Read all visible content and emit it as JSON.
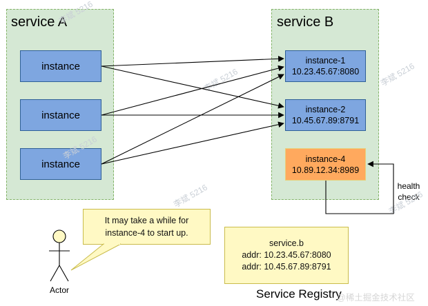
{
  "service_a": {
    "title": "service A",
    "instances": [
      {
        "label": "instance"
      },
      {
        "label": "instance"
      },
      {
        "label": "instance"
      }
    ]
  },
  "service_b": {
    "title": "service B",
    "instances": [
      {
        "label": "instance-1",
        "addr": "10.23.45.67:8080"
      },
      {
        "label": "instance-2",
        "addr": "10.45.67.89:8791"
      },
      {
        "label": "instance-4",
        "addr": "10.89.12.34:8989"
      }
    ]
  },
  "health_check": {
    "line1": "health",
    "line2": "check"
  },
  "callout": {
    "line1": "It may take a while for",
    "line2": "instance-4 to start up."
  },
  "actor": {
    "label": "Actor"
  },
  "registry": {
    "name": "service.b",
    "addr1": "addr: 10.23.45.67:8080",
    "addr2": "addr: 10.45.67.89:8791",
    "caption": "Service Registry"
  },
  "watermark": {
    "text": "李斌 5216",
    "footer": "@稀土掘金技术社区"
  },
  "colors": {
    "service_panel_fill": "#d5e8d4",
    "service_panel_border": "#82b366",
    "instance_fill": "#7ea6e0",
    "instance_border": "#2e5f96",
    "starting_instance_fill": "#ffa95e",
    "note_fill": "#fff9c4",
    "note_border": "#c9bb4a"
  }
}
